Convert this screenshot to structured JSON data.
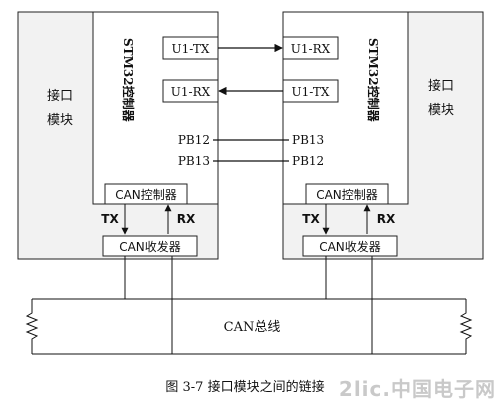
{
  "caption": "图 3-7  接口模块之间的链接",
  "watermark": "2lic.中国电子网",
  "left_board": {
    "module_label_lines": [
      "接口",
      "模块"
    ],
    "mcu_label": "STM32控制器",
    "uart_boxes": [
      "U1-TX",
      "U1-RX"
    ],
    "gpio_labels": [
      "PB12",
      "PB13"
    ],
    "can_controller": "CAN控制器",
    "tx_label": "TX",
    "rx_label": "RX",
    "can_transceiver": "CAN收发器"
  },
  "right_board": {
    "module_label_lines": [
      "接口",
      "模块"
    ],
    "mcu_label": "STM32控制器",
    "uart_boxes": [
      "U1-RX",
      "U1-TX"
    ],
    "gpio_labels": [
      "PB13",
      "PB12"
    ],
    "can_controller": "CAN控制器",
    "tx_label": "TX",
    "rx_label": "RX",
    "can_transceiver": "CAN收发器"
  },
  "bus": {
    "label": "CAN总线"
  }
}
